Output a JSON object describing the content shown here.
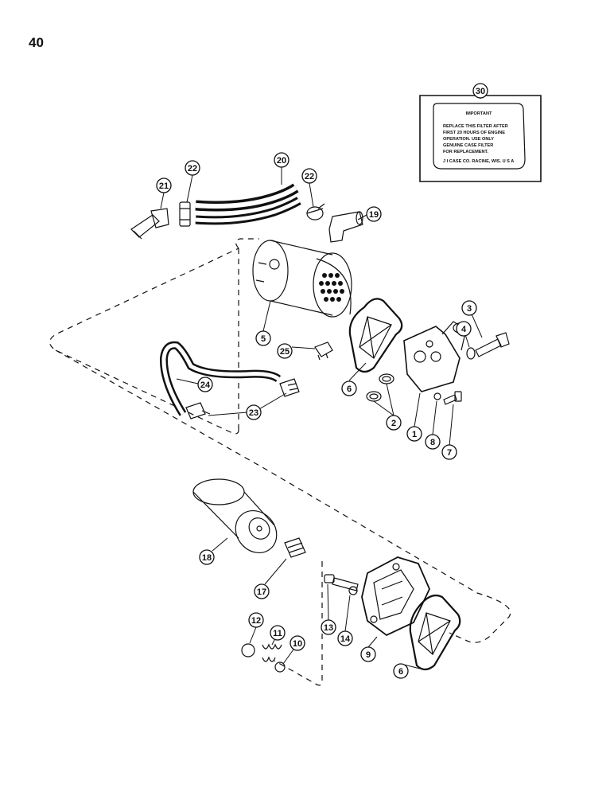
{
  "page": {
    "number": "40"
  },
  "decal": {
    "heading": "IMPORTANT",
    "lines": [
      "REPLACE THIS FILTER AFTER",
      "FIRST 20 HOURS OF ENGINE",
      "OPERATION. USE ONLY",
      "GENUINE CASE FILTER",
      "FOR REPLACEMENT."
    ],
    "footer": "J I CASE CO. RACINE, WIS. U S A"
  },
  "callouts": {
    "c30": "30",
    "c20": "20",
    "c22a": "22",
    "c22b": "22",
    "c21": "21",
    "c19": "19",
    "c5": "5",
    "c6a": "6",
    "c25": "25",
    "c24": "24",
    "c23": "23",
    "c2": "2",
    "c1": "1",
    "c8": "8",
    "c7": "7",
    "c3": "3",
    "c4": "4",
    "c18": "18",
    "c17": "17",
    "c13": "13",
    "c14": "14",
    "c9": "9",
    "c6b": "6",
    "c12": "12",
    "c11": "11",
    "c10": "10"
  },
  "colors": {
    "ink": "#111111",
    "paper": "#ffffff"
  }
}
